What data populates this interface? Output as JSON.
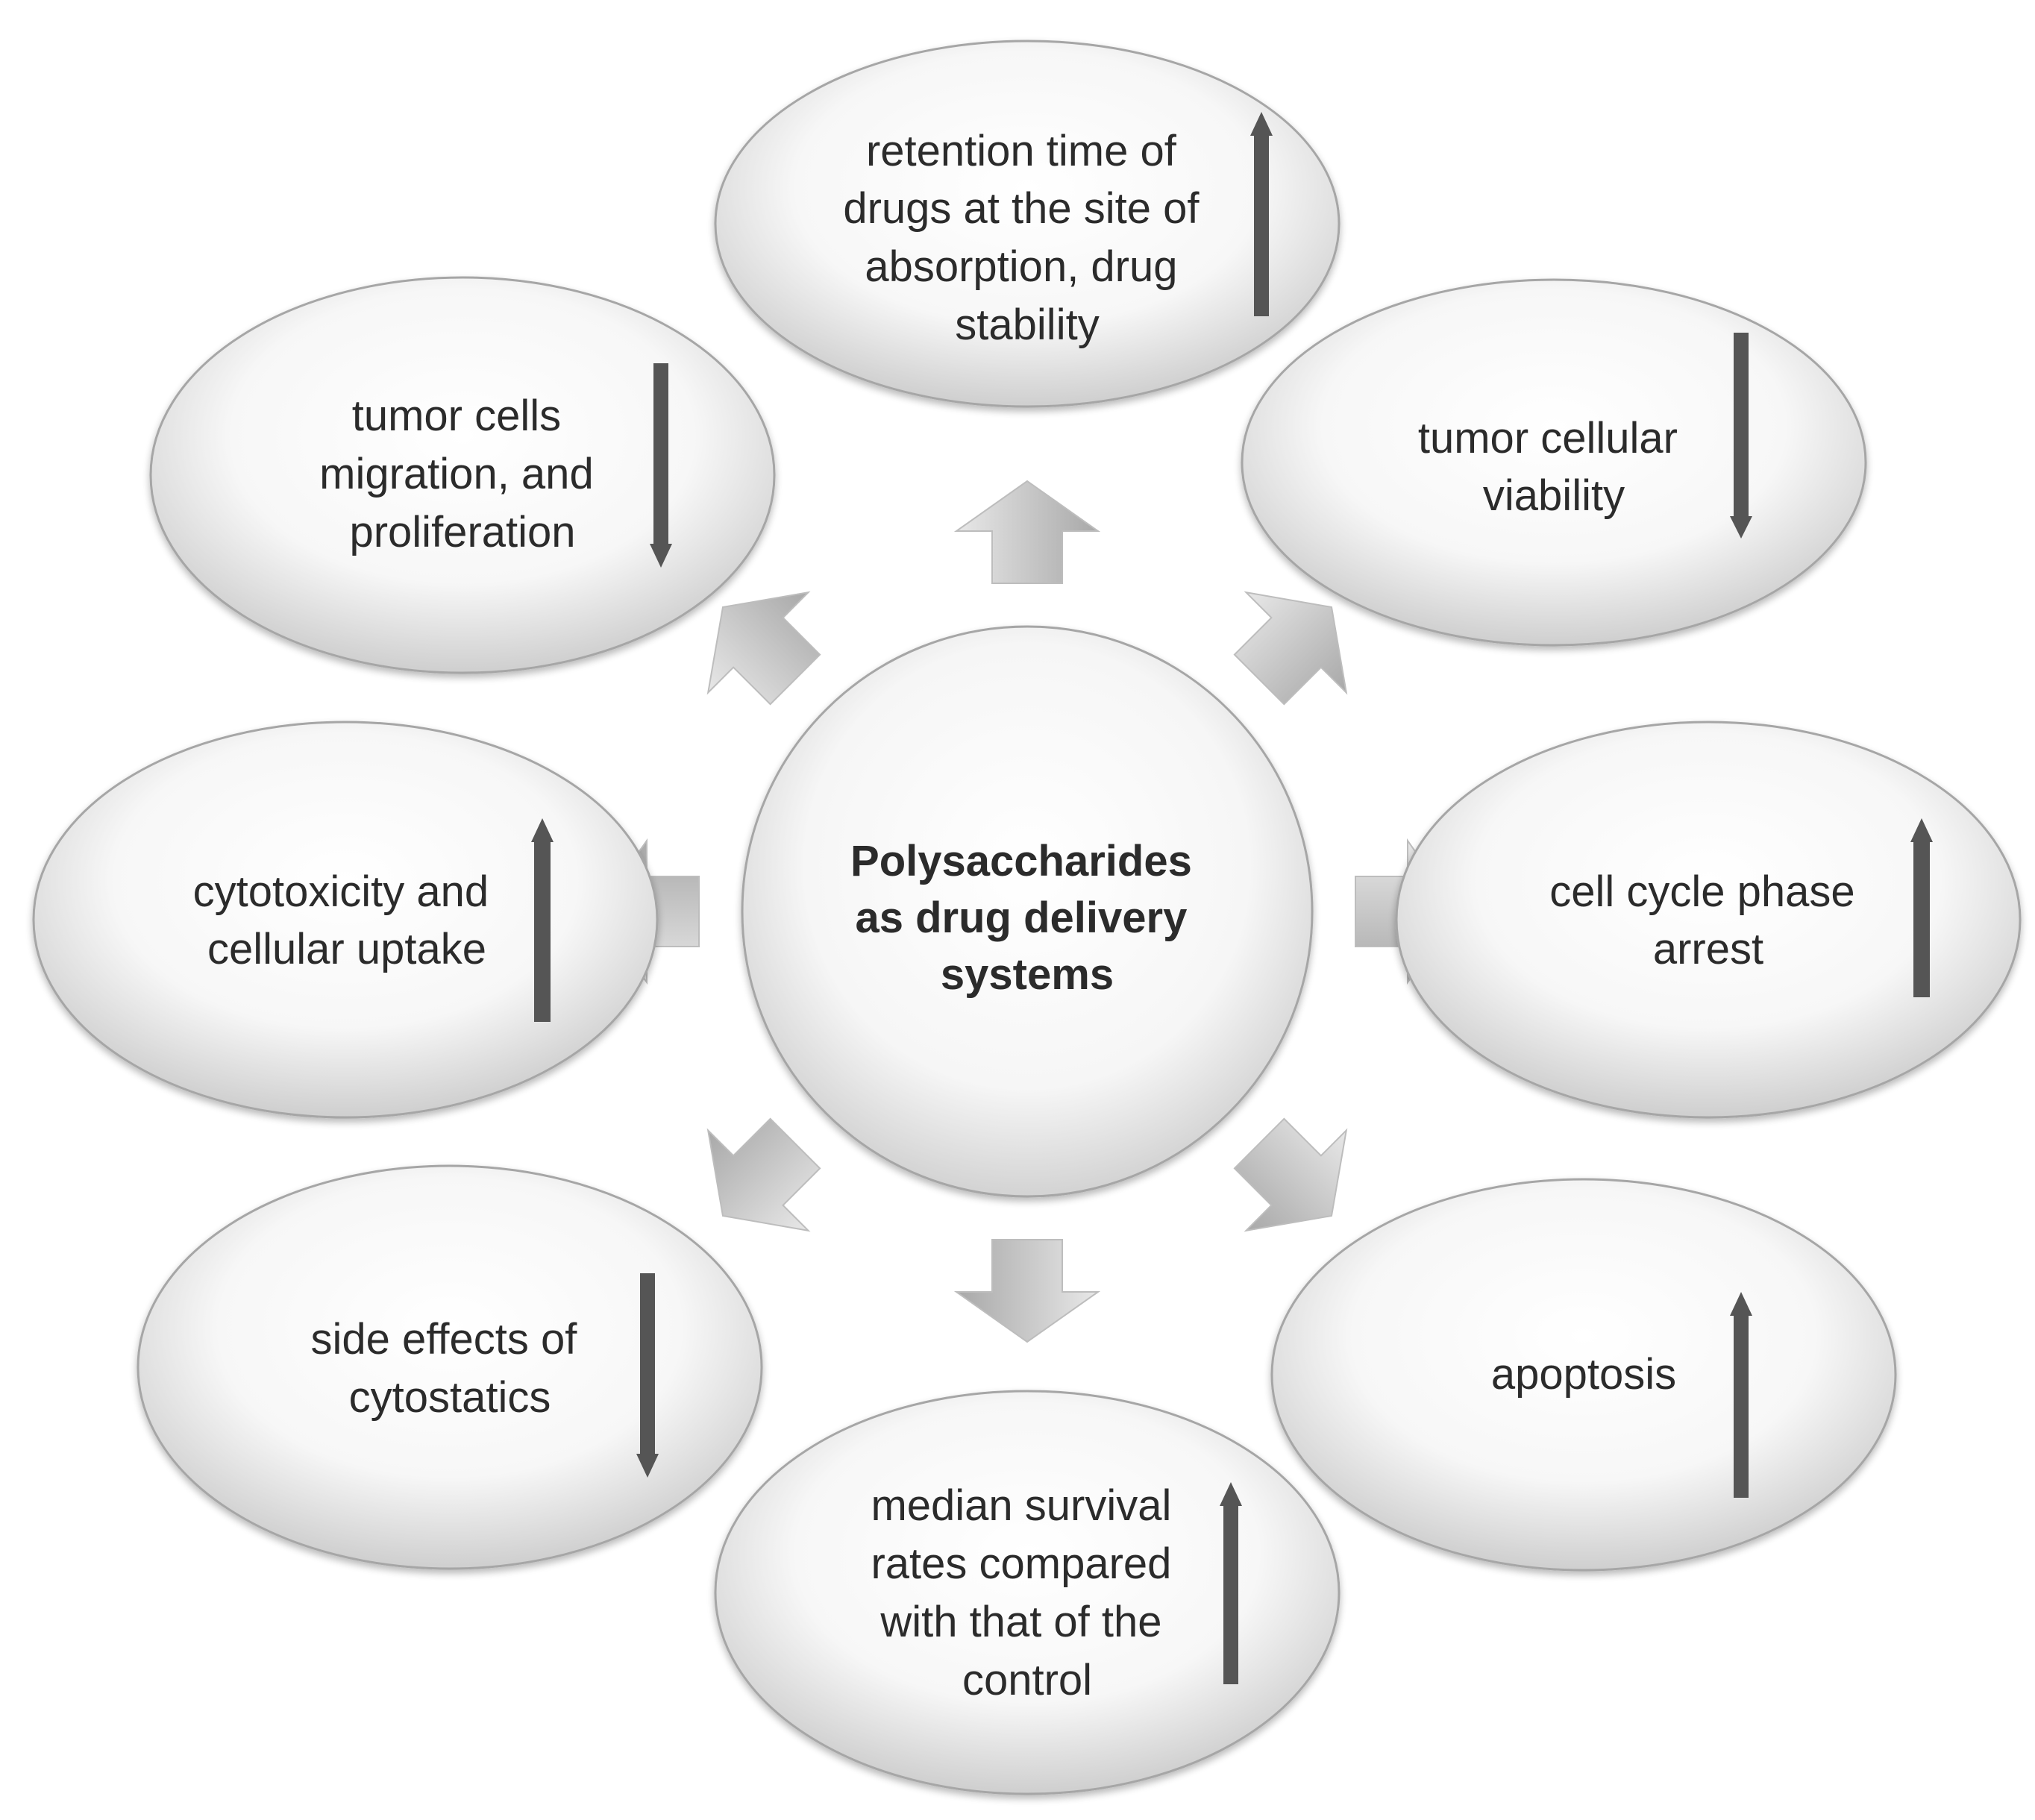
{
  "center": {
    "lines": [
      "Polysaccharides",
      "as drug delivery",
      "systems"
    ]
  },
  "effects": [
    {
      "id": "retention",
      "direction": "up",
      "lines": [
        "retention time of",
        "drugs at the site of",
        "absorption, drug",
        "stability"
      ]
    },
    {
      "id": "viability",
      "direction": "down",
      "lines": [
        "tumor cellular",
        "viability"
      ]
    },
    {
      "id": "cell-cycle",
      "direction": "up",
      "lines": [
        "cell cycle phase",
        "arrest"
      ]
    },
    {
      "id": "apoptosis",
      "direction": "up",
      "lines": [
        "apoptosis"
      ]
    },
    {
      "id": "survival",
      "direction": "up",
      "lines": [
        "median survival",
        "rates compared",
        "with that of the",
        "control"
      ]
    },
    {
      "id": "side-effects",
      "direction": "down",
      "lines": [
        "side effects of",
        "cytostatics"
      ]
    },
    {
      "id": "cytotoxicity",
      "direction": "up",
      "lines": [
        "cytotoxicity and",
        "cellular uptake"
      ]
    },
    {
      "id": "migration",
      "direction": "down",
      "lines": [
        "tumor cells",
        "migration, and",
        "proliferation"
      ]
    }
  ],
  "colors": {
    "bubble_light": "#ffffff",
    "bubble_dark": "#c9c9c9",
    "bubble_stroke": "#a6a6a6",
    "indicator_arrow": "#555555",
    "connector_light": "#e6e6e6",
    "connector_dark": "#a9a9a9"
  }
}
